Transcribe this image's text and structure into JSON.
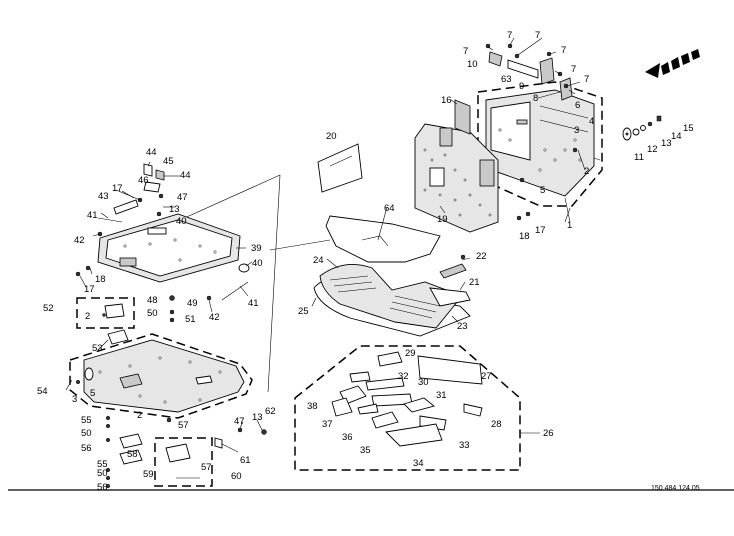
{
  "document_number": "150 484 124 05",
  "direction_arrow_icon": "dashed-arrow-left-down-icon",
  "colors": {
    "line": "#000000",
    "shade": "#e6e6e6",
    "dark_shade": "#c9c9c9",
    "background": "#ffffff"
  },
  "callouts": [
    "1",
    "2",
    "3",
    "4",
    "5",
    "6",
    "7",
    "8",
    "9",
    "10",
    "11",
    "12",
    "13",
    "14",
    "15",
    "16",
    "17",
    "18",
    "19",
    "20",
    "21",
    "22",
    "23",
    "24",
    "25",
    "26",
    "27",
    "28",
    "29",
    "30",
    "31",
    "32",
    "33",
    "34",
    "35",
    "36",
    "37",
    "38",
    "39",
    "40",
    "41",
    "42",
    "43",
    "44",
    "45",
    "46",
    "47",
    "48",
    "49",
    "50",
    "51",
    "52",
    "53",
    "54",
    "55",
    "56",
    "57",
    "58",
    "59",
    "60",
    "61",
    "62",
    "63",
    "64"
  ],
  "callout_text": {
    "c1": "1",
    "c2a": "2",
    "c3a": "3",
    "c4": "4",
    "c5a": "5",
    "c6": "6",
    "c7a": "7",
    "c7b": "7",
    "c7c": "7",
    "c7d": "7",
    "c7e": "7",
    "c7f": "7",
    "c8": "8",
    "c9": "9",
    "c10": "10",
    "c11": "11",
    "c12": "12",
    "c13a": "13",
    "c14": "14",
    "c15": "15",
    "c16": "16",
    "c17a": "17",
    "c18a": "18",
    "c19": "19",
    "c20": "20",
    "c21": "21",
    "c22": "22",
    "c23": "23",
    "c24": "24",
    "c25": "25",
    "c26": "26",
    "c27": "27",
    "c28": "28",
    "c29": "29",
    "c30": "30",
    "c31": "31",
    "c32": "32",
    "c33": "33",
    "c34": "34",
    "c35": "35",
    "c36": "36",
    "c37": "37",
    "c38": "38",
    "c39": "39",
    "c40a": "40",
    "c40b": "40",
    "c41a": "41",
    "c41b": "41",
    "c42a": "42",
    "c42b": "42",
    "c43": "43",
    "c44a": "44",
    "c44b": "44",
    "c45": "45",
    "c46": "46",
    "c47a": "47",
    "c47b": "47",
    "c48": "48",
    "c49": "49",
    "c50a": "50",
    "c50b": "50",
    "c50c": "50",
    "c51": "51",
    "c52": "52",
    "c53": "53",
    "c54": "54",
    "c55a": "55",
    "c55b": "55",
    "c56a": "56",
    "c56b": "56",
    "c57a": "57",
    "c57b": "57",
    "c58": "58",
    "c59": "59",
    "c60": "60",
    "c61": "61",
    "c62": "62",
    "c63": "63",
    "c64": "64",
    "c13b": "13",
    "c13c": "13",
    "c17b": "17",
    "c18b": "18",
    "c2b": "2",
    "c2c": "2",
    "c2d": "2",
    "c3b": "3",
    "c5b": "5",
    "c5c": "5"
  }
}
